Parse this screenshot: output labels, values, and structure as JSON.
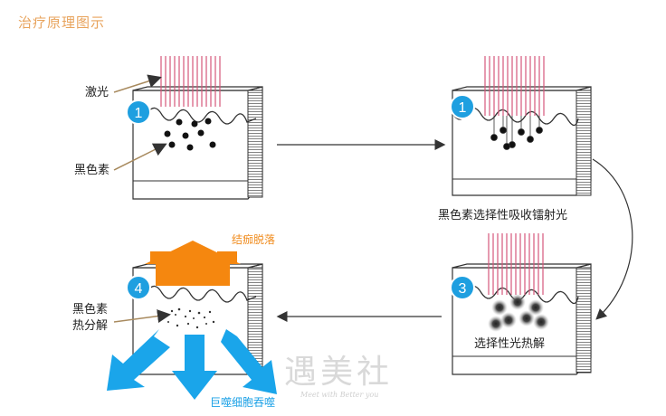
{
  "title": "治疗原理图示",
  "labels": {
    "laser": "激光",
    "melanin": "黑色素",
    "step2_caption": "黑色素选择性吸收镭射光",
    "step3_caption": "选择性光热解",
    "step4_top": "结痂脱落",
    "step4_melanin": "黑色素\n热分解",
    "step4_bottom": "巨噬细胞吞噬"
  },
  "steps": [
    "1",
    "1",
    "3",
    "4"
  ],
  "watermark": {
    "main": "遇美社",
    "sub": "Meet with Better you"
  },
  "colors": {
    "badge": "#1e9fe0",
    "laser": "#d4577a",
    "orange": "#f5870f",
    "blue_arrow": "#1aa5ea",
    "title": "#e8a35c"
  }
}
